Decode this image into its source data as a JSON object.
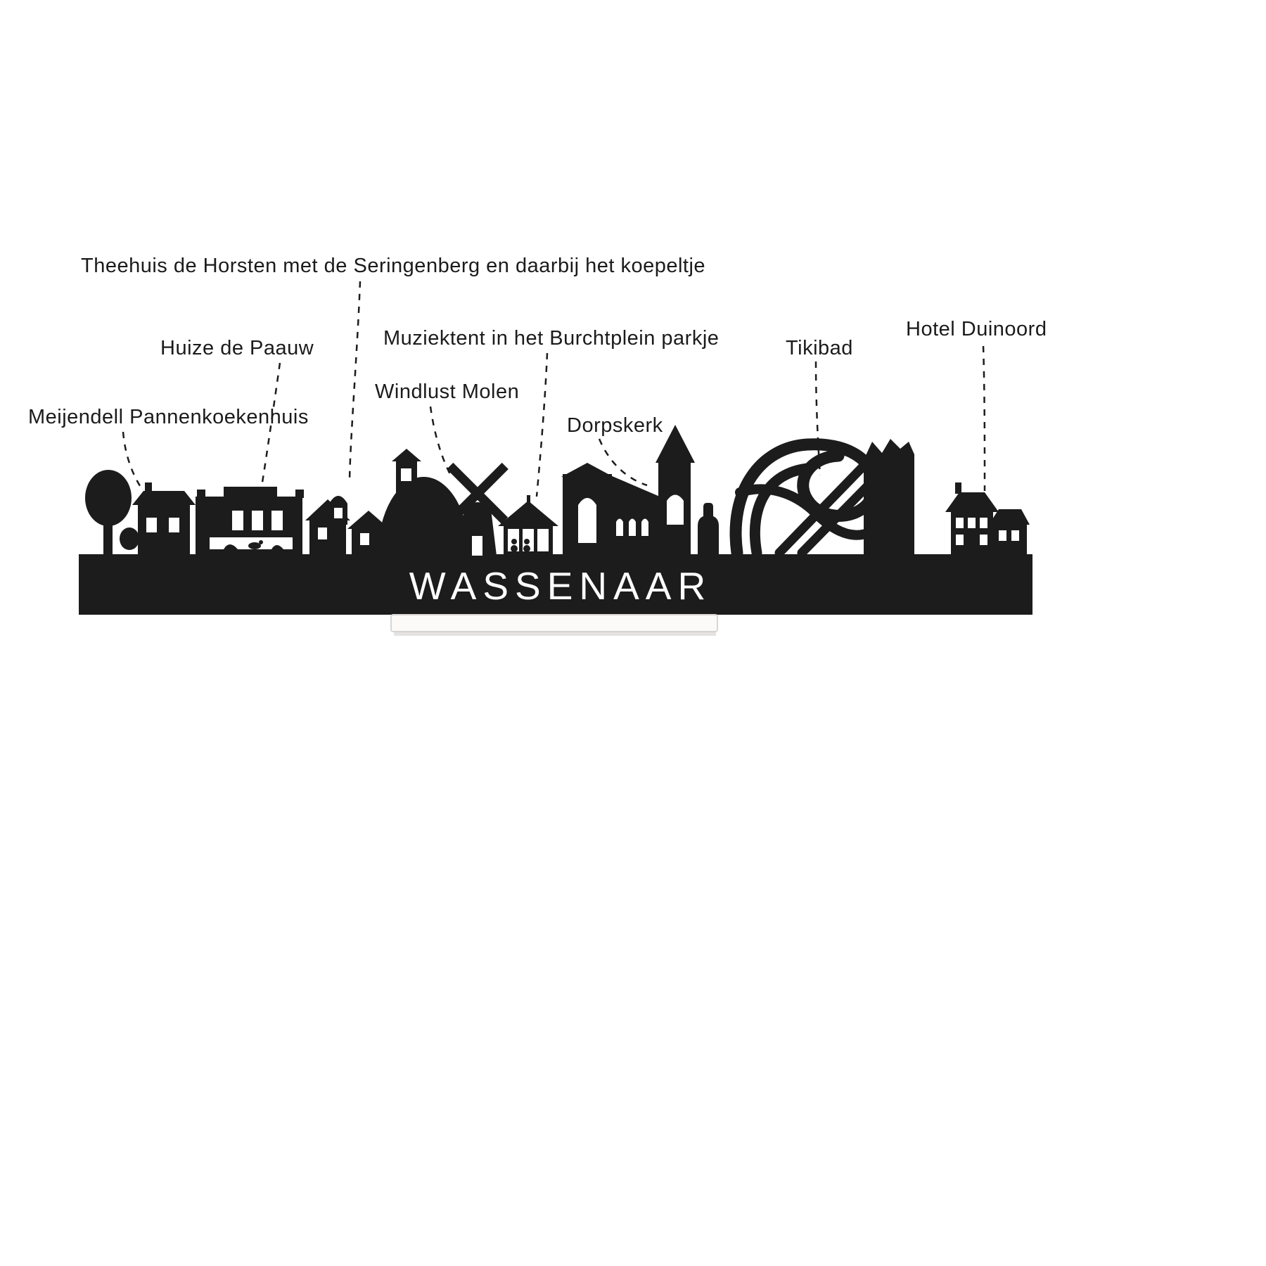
{
  "title": "WASSENAAR",
  "labels": [
    {
      "id": "theehuis",
      "text": "Theehuis de Horsten met de Seringenberg en daarbij het koepeltje"
    },
    {
      "id": "huize-de-paauw",
      "text": "Huize de Paauw"
    },
    {
      "id": "meijendell",
      "text": "Meijendell Pannenkoekenhuis"
    },
    {
      "id": "muziektent",
      "text": "Muziektent in het Burchtplein parkje"
    },
    {
      "id": "windlust-molen",
      "text": "Windlust Molen"
    },
    {
      "id": "dorpskerk",
      "text": "Dorpskerk"
    },
    {
      "id": "tikibad",
      "text": "Tikibad"
    },
    {
      "id": "hotel-duinoord",
      "text": "Hotel Duinoord"
    }
  ],
  "colors": {
    "silhouette": "#1c1c1c",
    "background": "#ffffff",
    "stand": "#fbfaf9",
    "stand_edge": "#d9d6d3"
  }
}
